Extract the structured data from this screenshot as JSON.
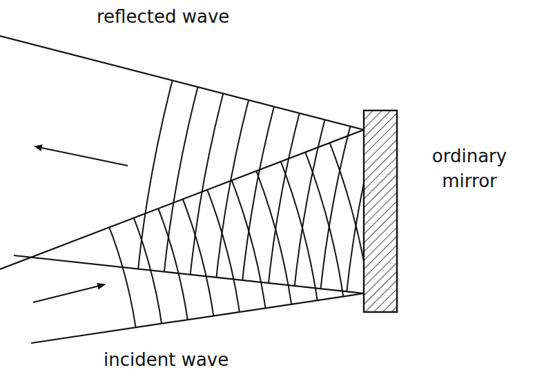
{
  "diagram": {
    "labels": [
      "reflected wave",
      "incident wave",
      "ordinary mirror"
    ]
  }
}
